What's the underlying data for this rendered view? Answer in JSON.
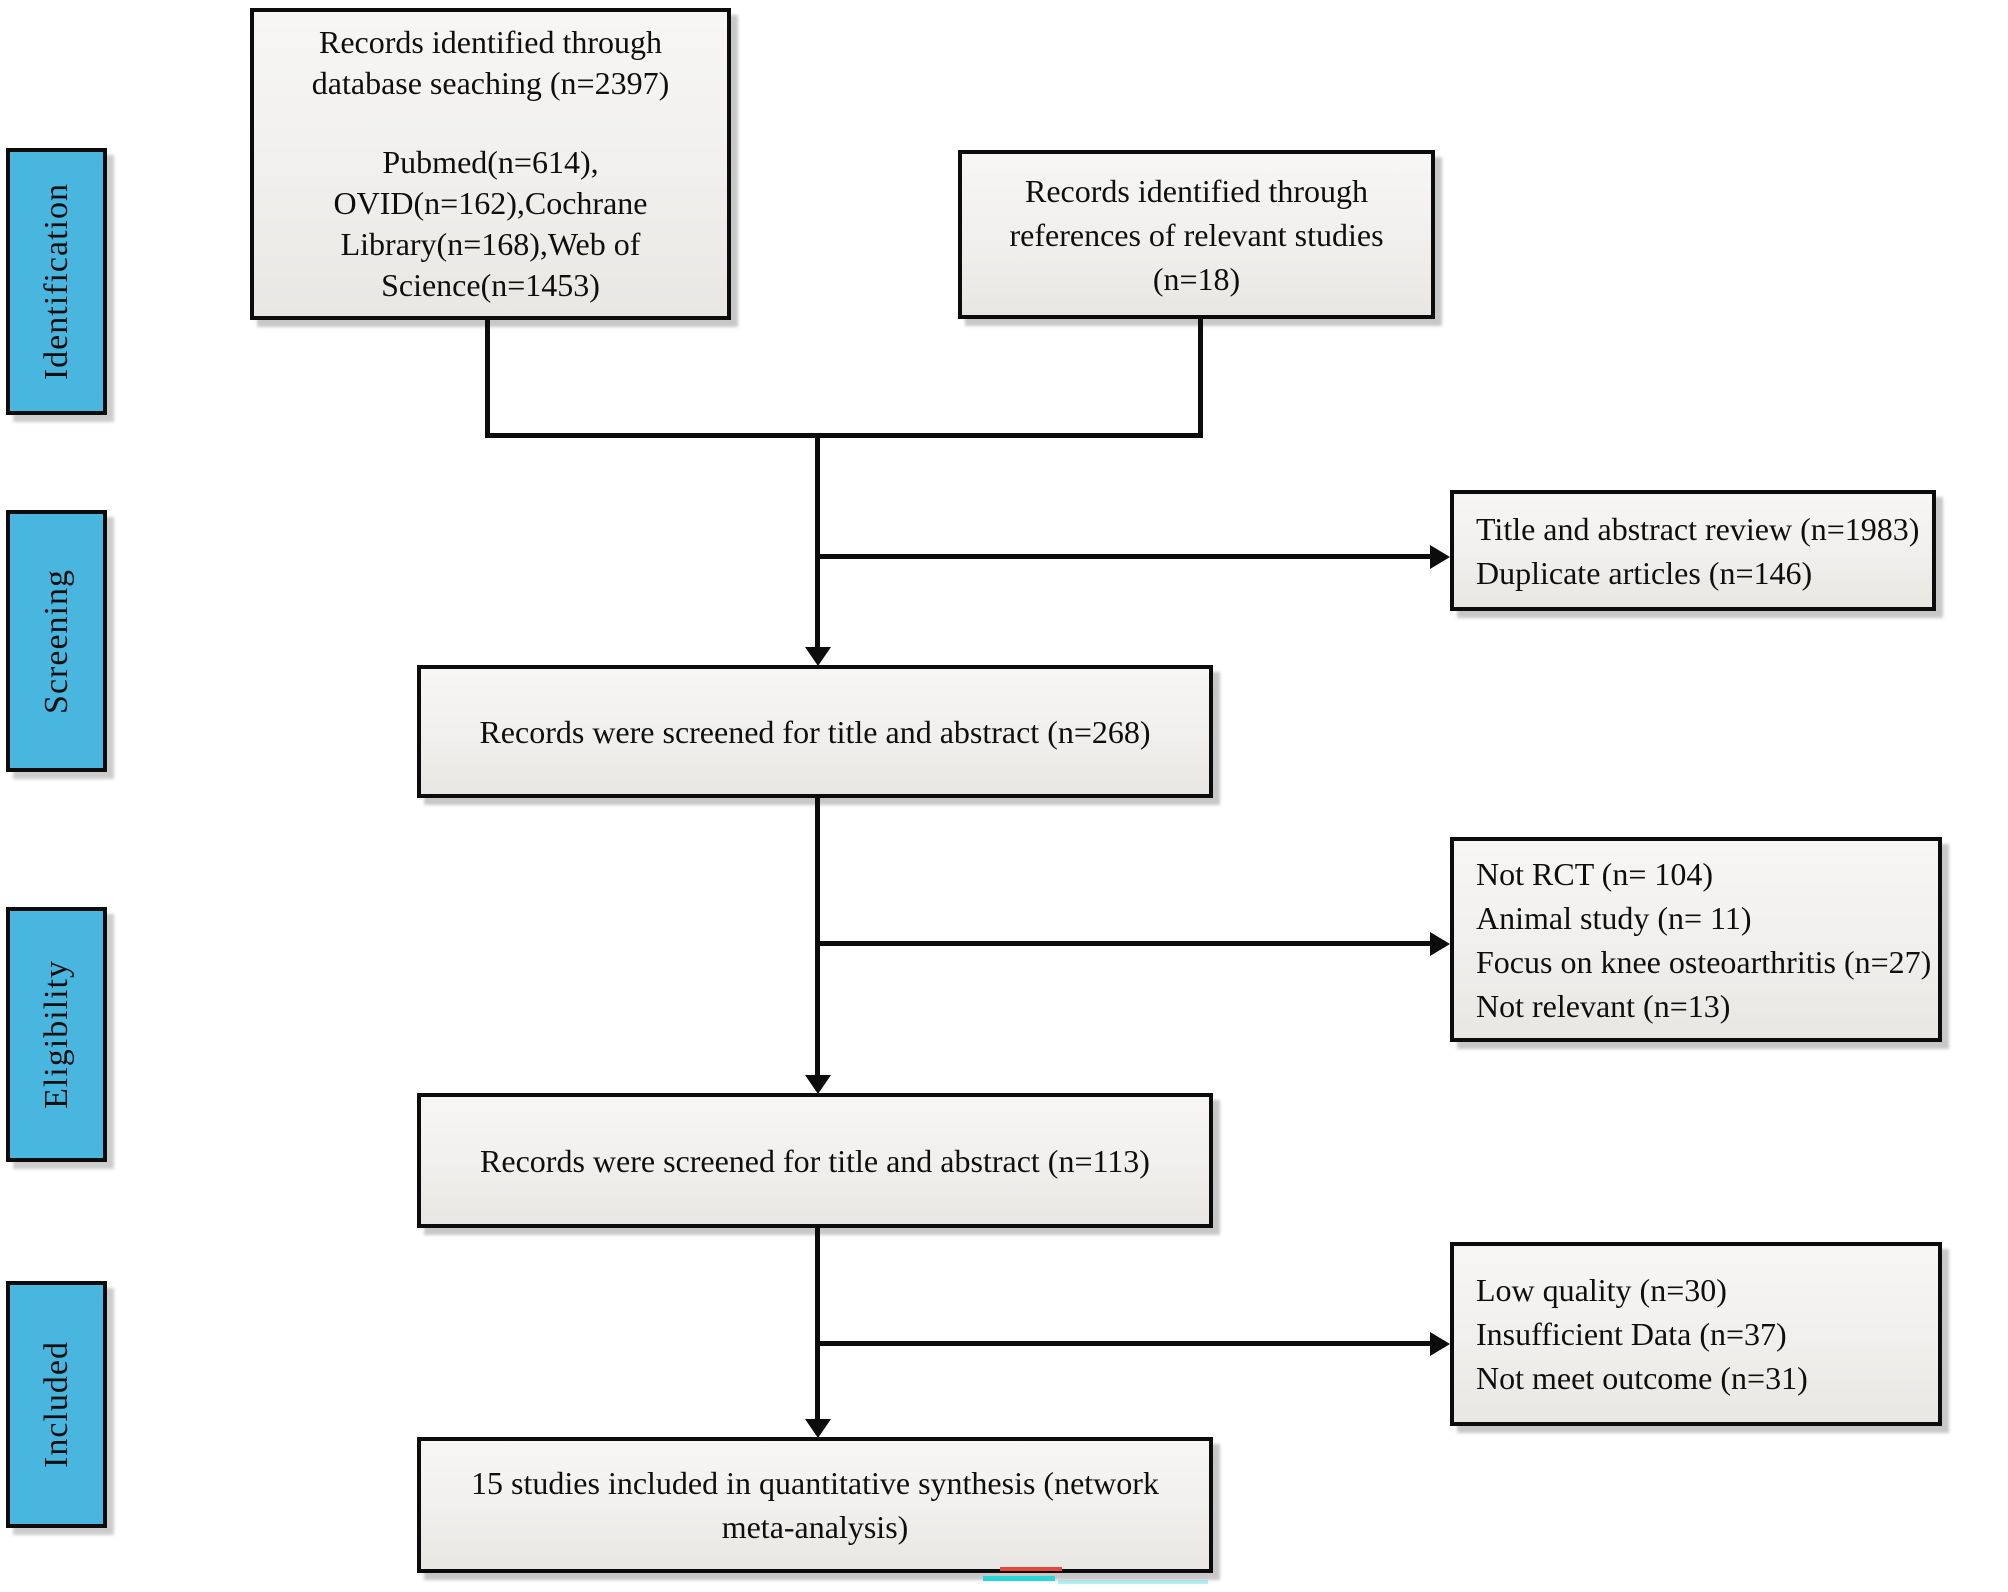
{
  "figure": {
    "type": "prisma-flow-diagram",
    "stages": [
      {
        "label": "Identification"
      },
      {
        "label": "Screening"
      },
      {
        "label": "Eligibility"
      },
      {
        "label": "Included"
      }
    ],
    "boxes": {
      "database_search": {
        "lines": [
          "Records identified through",
          "database seaching (n=2397)",
          "Pubmed(n=614),",
          "OVID(n=162),Cochrane",
          "Library(n=168),Web of",
          "Science(n=1453)"
        ]
      },
      "reference_search": {
        "lines": [
          "Records identified through",
          "references of relevant studies",
          "(n=18)"
        ]
      },
      "title_abstract_review": {
        "lines": [
          "Title and abstract review (n=1983)",
          "Duplicate articles (n=146)"
        ]
      },
      "screened_round1": {
        "text": "Records were screened for title and abstract (n=268)"
      },
      "excluded_eligibility": {
        "lines": [
          "Not RCT (n= 104)",
          "Animal study (n= 11)",
          "Focus on knee osteoarthritis (n=27)",
          "Not relevant (n=13)"
        ]
      },
      "screened_round2": {
        "text": "Records were screened for title and abstract (n=113)"
      },
      "excluded_quality": {
        "lines": [
          "Low quality (n=30)",
          "Insufficient Data (n=37)",
          "Not meet outcome (n=31)"
        ]
      },
      "included_synthesis": {
        "lines": [
          "15 studies included in quantitative synthesis (network",
          "meta-analysis)"
        ]
      }
    },
    "colors": {
      "stage_fill": "#49b6e0",
      "box_fill": "#f1f0ee",
      "border": "#0c0c0c",
      "background": "#ffffff"
    }
  }
}
